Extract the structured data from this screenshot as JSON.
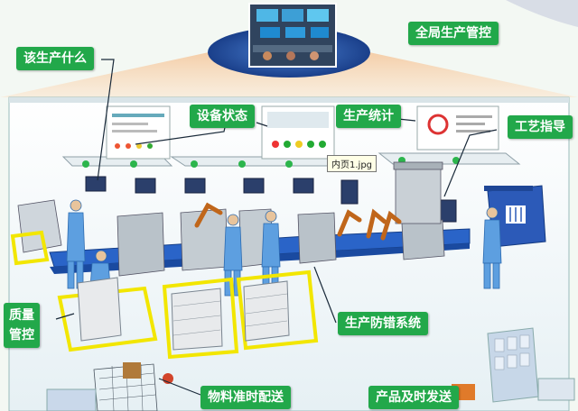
{
  "labels": {
    "global_control": "全局生产管控",
    "what_to_produce": "该生产什么",
    "equipment_status": "设备状态",
    "production_stats": "生产统计",
    "process_guidance": "工艺指导",
    "quality_control": "质量\n管控",
    "error_proofing": "生产防错系统",
    "material_delivery": "物料准时配送",
    "timely_delivery": "产品及时发送"
  },
  "tooltip": "内页1.jpg",
  "colors": {
    "label_green": "#22a84a",
    "floor_yellow": "#f2e600",
    "conveyor_blue": "#2a64c8",
    "worker_blue": "#5d9fe0"
  }
}
